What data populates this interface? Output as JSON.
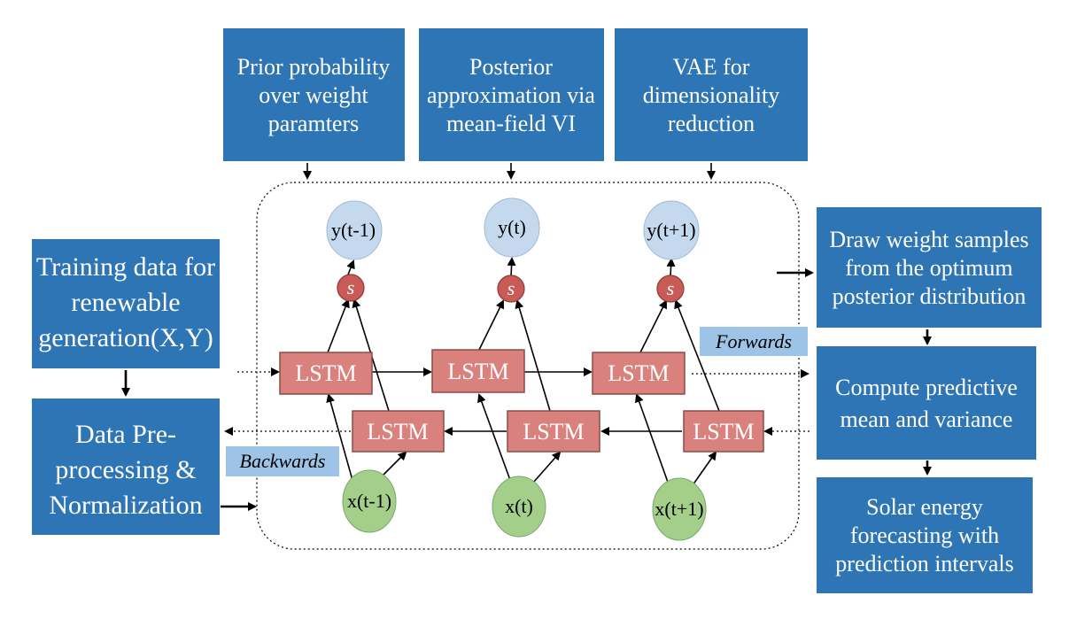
{
  "top_boxes": [
    {
      "lines": [
        "Prior probability",
        "over weight",
        "paramters"
      ]
    },
    {
      "lines": [
        "Posterior",
        "approximation via",
        "mean-field VI"
      ]
    },
    {
      "lines": [
        "VAE for",
        "dimensionality",
        "reduction"
      ]
    }
  ],
  "left_boxes": [
    {
      "lines": [
        "Training data for",
        "renewable",
        "generation(X,Y)"
      ]
    },
    {
      "lines": [
        "Data Pre-",
        "processing &",
        "Normalization"
      ]
    }
  ],
  "right_boxes": [
    {
      "lines": [
        "Draw weight samples",
        "from the optimum",
        "posterior distribution"
      ]
    },
    {
      "lines": [
        "Compute predictive",
        "mean and variance"
      ]
    },
    {
      "lines": [
        "Solar energy",
        "forecasting with",
        "prediction intervals"
      ]
    }
  ],
  "outputs": [
    "y(t-1)",
    "y(t)",
    "y(t+1)"
  ],
  "inputs": [
    "x(t-1)",
    "x(t)",
    "x(t+1)"
  ],
  "activation_label": "s",
  "lstm_label": "LSTM",
  "direction_labels": {
    "forwards": "Forwards",
    "backwards": "Backwards"
  },
  "colors": {
    "box": "#2e75b6",
    "lstm": "#d9817d",
    "output_node": "#c5d9ee",
    "input_node": "#a3cf8a",
    "activation_node": "#c85b55",
    "direction_tag": "#9dc3e6"
  }
}
